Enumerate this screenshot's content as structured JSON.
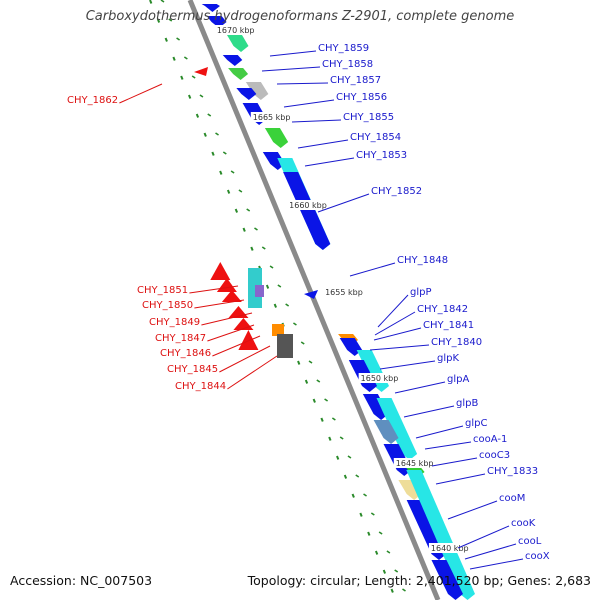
{
  "title": "Carboxydothermus hydrogenoformans Z-2901, complete genome",
  "footer": {
    "accession": "Accession: NC_007503",
    "topology": "Topology: circular; Length: 2,401,520 bp; Genes: 2,683"
  },
  "colors": {
    "forward_label": "#1a1acc",
    "reverse_label": "#dd1111",
    "forward_gene": "#0a14e6",
    "reverse_gene": "#ee1111",
    "backbone": "#8a8a8a",
    "tick": "#2a8a2a"
  },
  "scale_labels": [
    "1670 kbp",
    "1665 kbp",
    "1660 kbp",
    "1655 kbp",
    "1650 kbp",
    "1645 kbp",
    "1640 kbp"
  ],
  "forward_genes": [
    "CHY_1859",
    "CHY_1858",
    "CHY_1857",
    "CHY_1856",
    "CHY_1855",
    "CHY_1854",
    "CHY_1853",
    "CHY_1852",
    "CHY_1848",
    "glpP",
    "CHY_1842",
    "CHY_1841",
    "CHY_1840",
    "glpK",
    "glpA",
    "glpB",
    "glpC",
    "cooA-1",
    "cooC3",
    "CHY_1833",
    "cooM",
    "cooK",
    "cooL",
    "cooX"
  ],
  "reverse_genes": [
    "CHY_1862",
    "CHY_1851",
    "CHY_1850",
    "CHY_1849",
    "CHY_1847",
    "CHY_1846",
    "CHY_1845",
    "CHY_1844"
  ]
}
